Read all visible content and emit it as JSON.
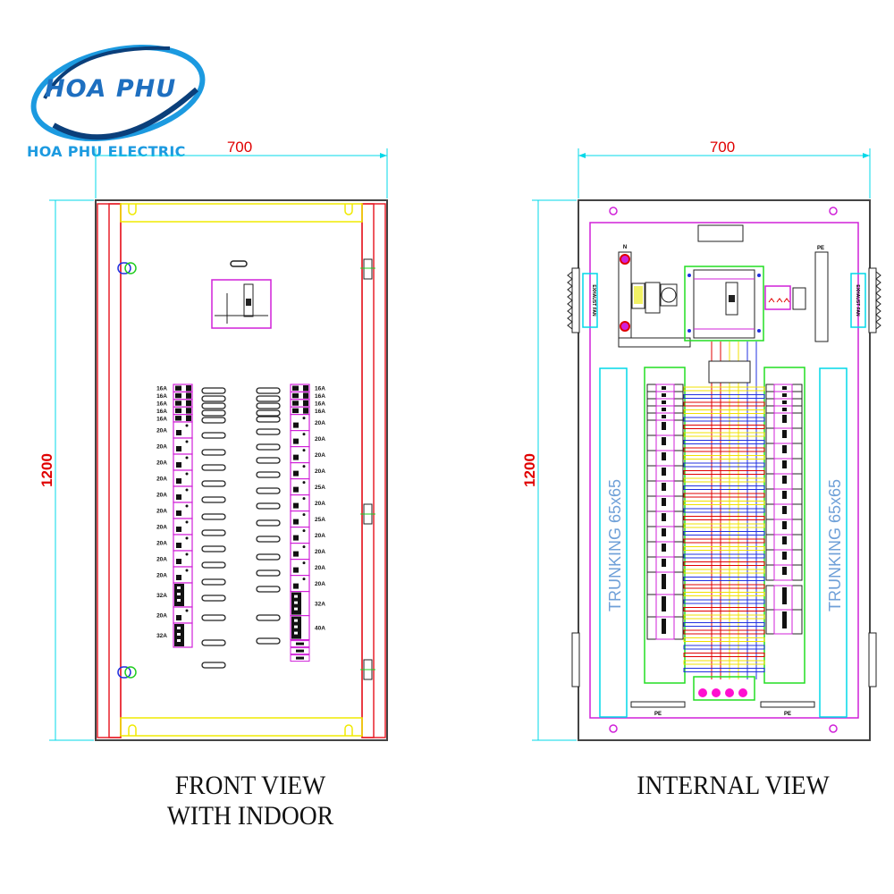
{
  "logo": {
    "brand": "HOA PHU",
    "subtitle": "HOA PHU ELECTRIC",
    "colors": {
      "primary": "#1e6fc0",
      "accent": "#1c9ae0",
      "dark": "#0b3f7a"
    }
  },
  "front_view": {
    "caption_line1": "FRONT VIEW",
    "caption_line2": "WITH INDOOR",
    "width_dim": "700",
    "height_dim": "1200",
    "left_breakers": [
      "16A",
      "16A",
      "16A",
      "16A",
      "16A",
      "20A",
      "20A",
      "20A",
      "20A",
      "20A",
      "20A",
      "20A",
      "20A",
      "20A",
      "20A",
      "32A",
      "20A",
      "32A"
    ],
    "right_breakers": [
      "16A",
      "16A",
      "16A",
      "16A",
      "20A",
      "20A",
      "20A",
      "20A",
      "25A",
      "20A",
      "25A",
      "20A",
      "20A",
      "20A",
      "20A",
      "32A",
      "40A"
    ]
  },
  "internal_view": {
    "caption": "INTERNAL VIEW",
    "width_dim": "700",
    "height_dim": "1200",
    "neutral_bar_label": "N",
    "earth_bar_label": "PE",
    "left_fan_label": "EXHAUST FAN",
    "right_fan_label": "EXHAUST FAN",
    "left_trunking": "TRUNKING 65x65",
    "right_trunking": "TRUNKING 65x65",
    "bottom_pe_left": "PE",
    "bottom_pe_right": "PE"
  },
  "colors": {
    "dimension": "#00d8e8",
    "dimension_text": "#e00000",
    "outline": "#222222",
    "door_frame": "#e8202a",
    "hinge_rail": "#f0ea00",
    "component_box": "#d020d8",
    "group_box": "#22dd22",
    "phase_l1": "#e00000",
    "phase_l2": "#f0e000",
    "phase_l3": "#1030e0"
  }
}
